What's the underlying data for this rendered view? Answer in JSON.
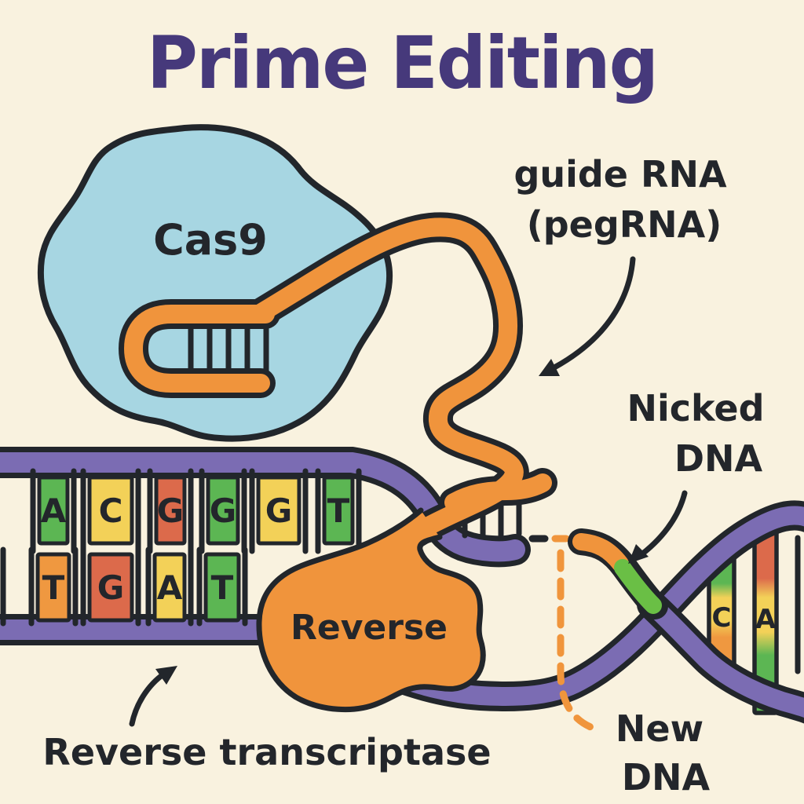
{
  "title": "Prime Editing",
  "labels": {
    "cas9": "Cas9",
    "guide_rna_lines": [
      "guide RNA",
      "(pegRNA)"
    ],
    "nicked_dna_lines": [
      "Nicked",
      "DNA"
    ],
    "reverse_blob": "Reverse",
    "reverse_transcriptase": "Reverse transcriptase",
    "new_dna_lines": [
      "New",
      "DNA"
    ]
  },
  "dna": {
    "top_strand_bases": [
      "A",
      "C",
      "G",
      "G",
      "G",
      "T"
    ],
    "bottom_strand_bases": [
      "T",
      "G",
      "A",
      "T"
    ],
    "helix_bases": [
      "C",
      "A"
    ]
  },
  "palette": {
    "background": "#f9f2df",
    "outline": "#22262b",
    "title_text": "#46397b",
    "label_text": "#23262b",
    "cas9_blue": "#a7d6e2",
    "strand_purple": "#7b6cb3",
    "rna_orange": "#f0943c",
    "base_green": "#5cb653",
    "base_yellow": "#f3d158",
    "base_red": "#dc6a4b",
    "base_orange": "#ef9840",
    "new_dna_green": "#6abf45"
  }
}
